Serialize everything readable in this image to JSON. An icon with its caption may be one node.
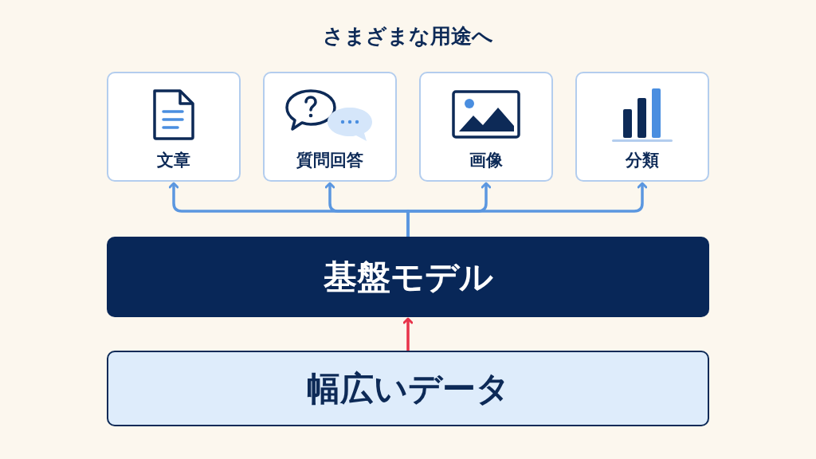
{
  "diagram": {
    "title": "さまざまな用途へ",
    "nodes": [
      {
        "text": [
          "文章"
        ]
      },
      {
        "text": [
          "質問回答"
        ]
      },
      {
        "text": [
          "画像"
        ]
      },
      {
        "text": [
          "分類"
        ]
      },
      {
        "text": [
          "基盤モデル"
        ]
      },
      {
        "text": [
          "幅広いデータ"
        ]
      }
    ],
    "edges": [
      {
        "from": 4,
        "to": 0,
        "arrow": "to"
      },
      {
        "from": 4,
        "to": 1,
        "arrow": "to"
      },
      {
        "from": 4,
        "to": 2,
        "arrow": "to"
      },
      {
        "from": 4,
        "to": 3,
        "arrow": "to"
      },
      {
        "from": 5,
        "to": 4,
        "arrow": "to",
        "color": "#e8334a"
      }
    ]
  }
}
